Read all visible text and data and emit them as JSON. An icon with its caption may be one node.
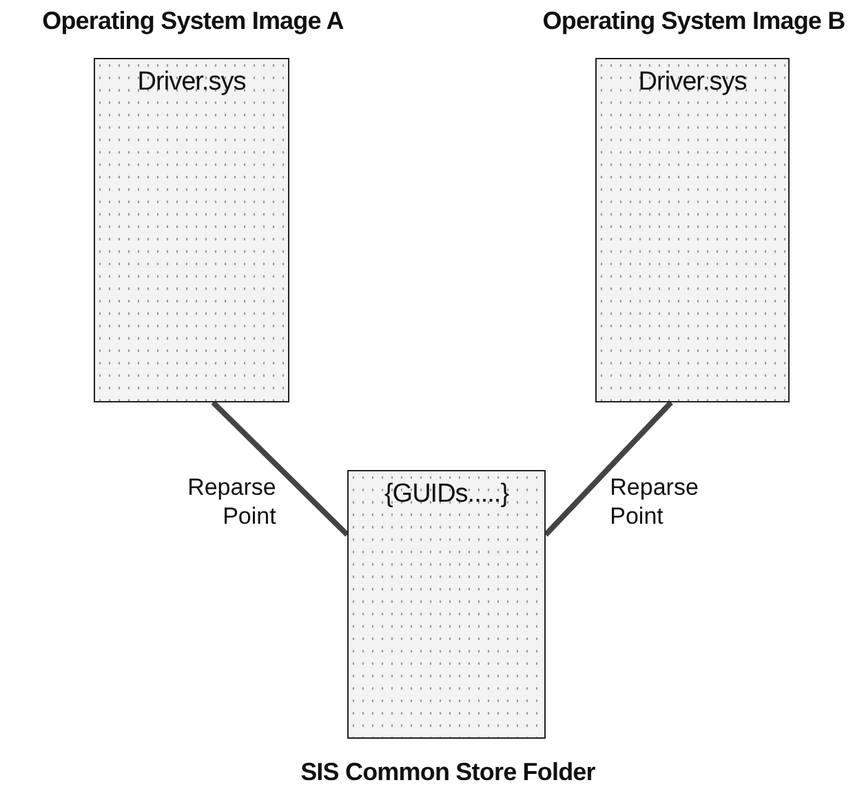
{
  "diagram": {
    "nodes": [
      {
        "text": [
          "Operating System Image A",
          "Driver.sys"
        ]
      },
      {
        "text": [
          "Operating System Image B",
          "Driver.sys"
        ]
      },
      {
        "text": [
          "{GUIDs.....}",
          "SIS Common Store Folder"
        ]
      }
    ],
    "edges": [
      {
        "from": 0,
        "to": 2,
        "arrow": "none",
        "label": "Reparse Point"
      },
      {
        "from": 1,
        "to": 2,
        "arrow": "none",
        "label": "Reparse Point"
      }
    ]
  }
}
